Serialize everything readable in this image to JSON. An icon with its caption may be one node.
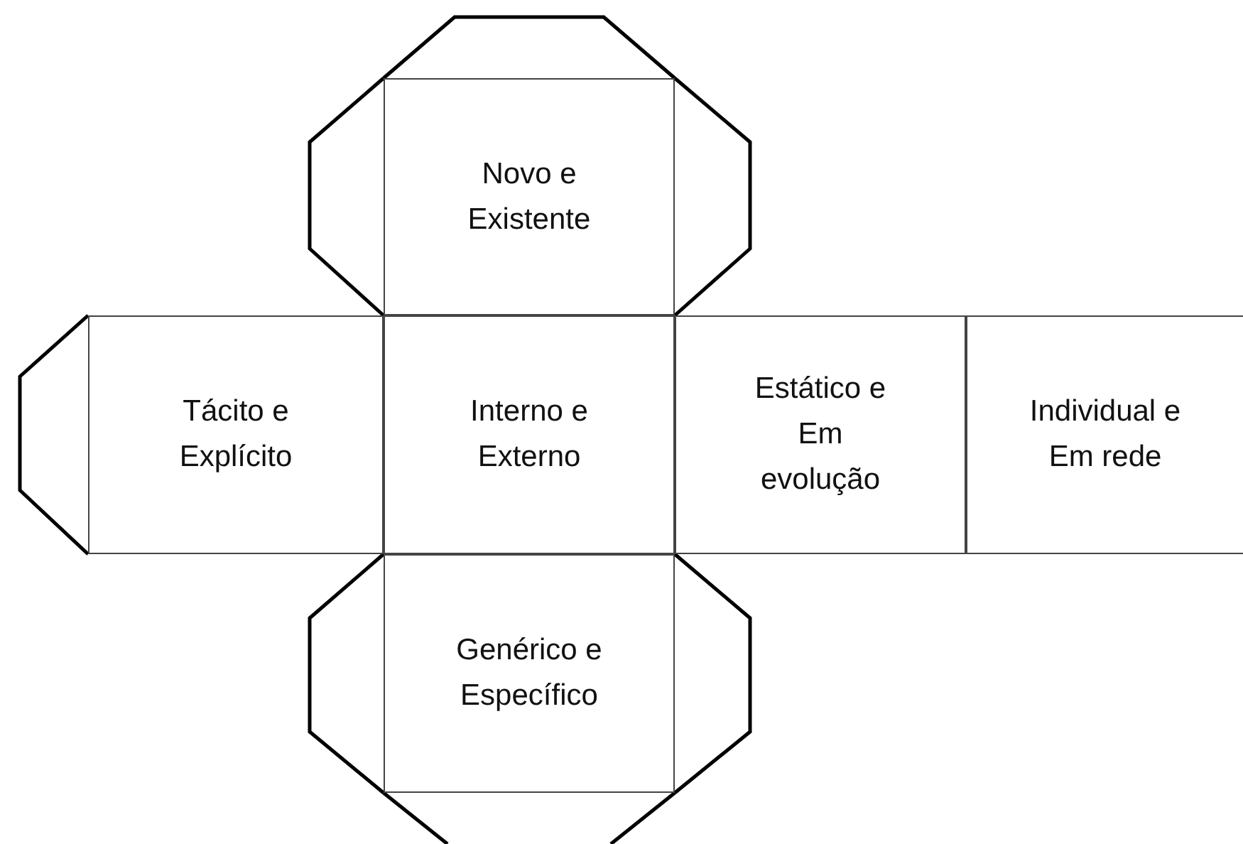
{
  "diagram": {
    "nodes": [
      {
        "text": [
          "Novo e Existente"
        ]
      },
      {
        "text": [
          "Tácito e Explícito"
        ]
      },
      {
        "text": [
          "Interno e Externo"
        ]
      },
      {
        "text": [
          "Estático e Em evolução"
        ]
      },
      {
        "text": [
          "Individual e Em rede"
        ]
      },
      {
        "text": [
          "Genérico e Específico"
        ]
      }
    ]
  }
}
